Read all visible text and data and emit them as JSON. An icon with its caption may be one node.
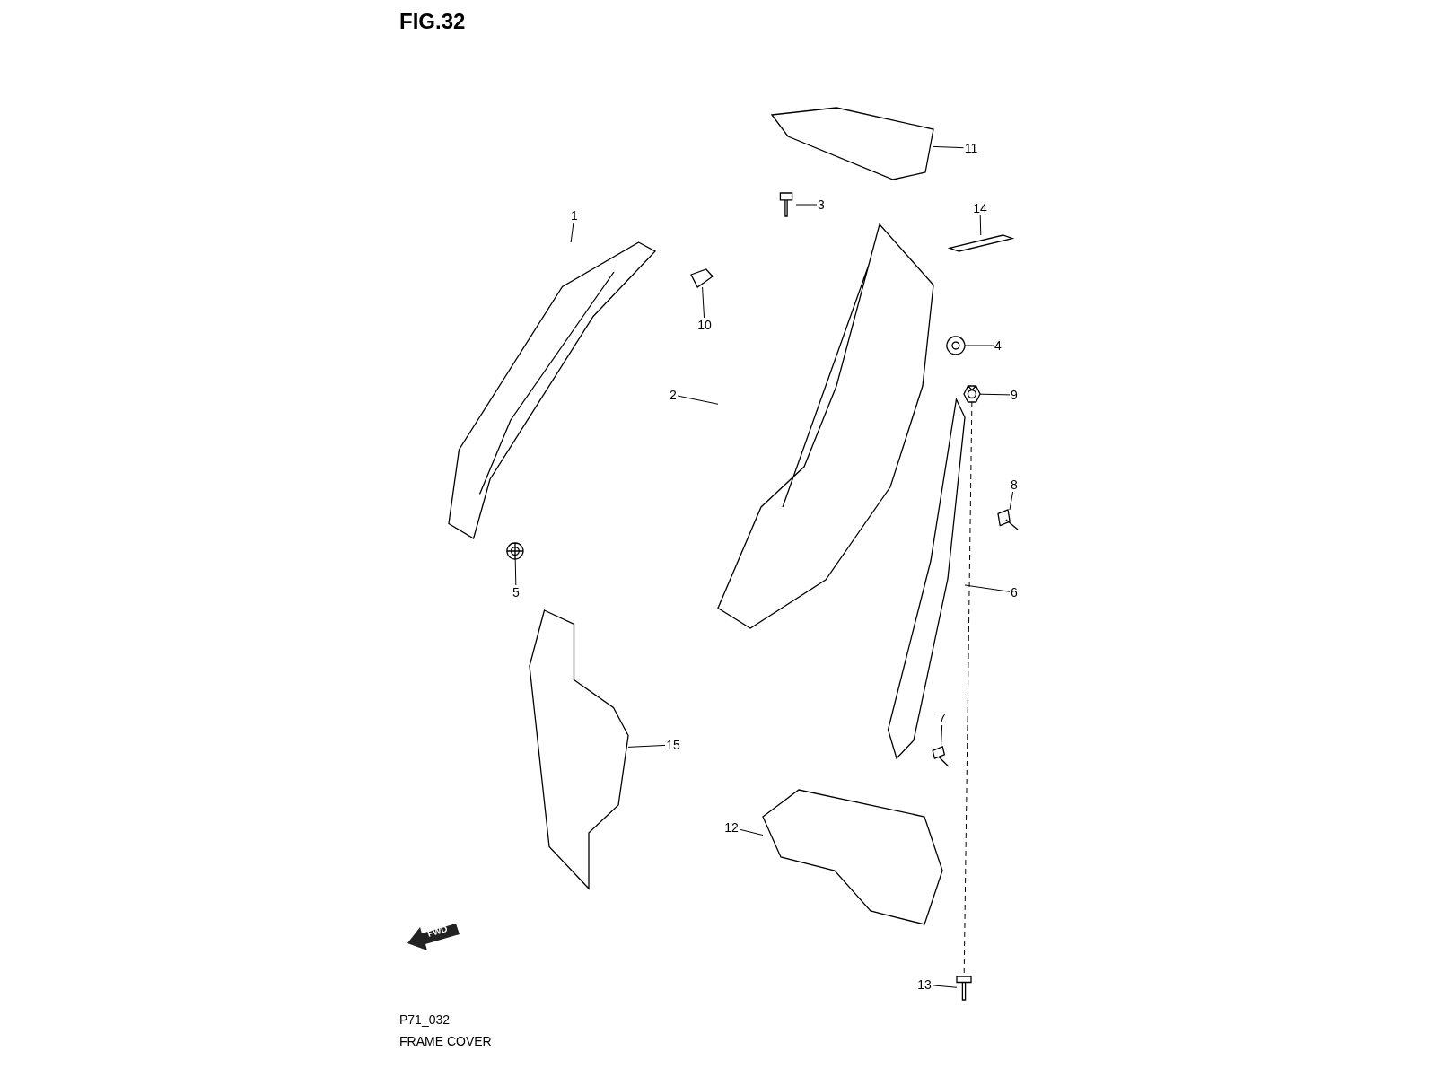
{
  "diagram": {
    "title": "FIG.32",
    "nodes": [
      {
        "text": [
          "1"
        ]
      },
      {
        "text": [
          "2"
        ]
      },
      {
        "text": [
          "3"
        ]
      },
      {
        "text": [
          "4"
        ]
      },
      {
        "text": [
          "5"
        ]
      },
      {
        "text": [
          "6"
        ]
      },
      {
        "text": [
          "7"
        ]
      },
      {
        "text": [
          "8"
        ]
      },
      {
        "text": [
          "9"
        ]
      },
      {
        "text": [
          "10"
        ]
      },
      {
        "text": [
          "11"
        ]
      },
      {
        "text": [
          "12"
        ]
      },
      {
        "text": [
          "13"
        ]
      },
      {
        "text": [
          "14"
        ]
      },
      {
        "text": [
          "15"
        ]
      },
      {
        "text": [],
        "shape": "picture"
      },
      {
        "text": [],
        "shape": "picture"
      },
      {
        "text": [],
        "shape": "picture"
      },
      {
        "text": [],
        "shape": "picture"
      },
      {
        "text": [],
        "shape": "picture"
      },
      {
        "text": [],
        "shape": "picture"
      },
      {
        "text": [],
        "shape": "picture"
      },
      {
        "text": [],
        "shape": "picture"
      },
      {
        "text": [],
        "shape": "picture"
      },
      {
        "text": [],
        "shape": "picture"
      },
      {
        "text": [],
        "shape": "picture"
      },
      {
        "text": [],
        "shape": "picture"
      },
      {
        "text": [],
        "shape": "picture"
      },
      {
        "text": [],
        "shape": "picture"
      },
      {
        "text": [],
        "shape": "picture"
      }
    ],
    "edges": [
      {
        "from": 0,
        "to": 15,
        "arrow": "none"
      },
      {
        "from": 1,
        "to": 16,
        "arrow": "none"
      },
      {
        "from": 2,
        "to": 17,
        "arrow": "none"
      },
      {
        "from": 3,
        "to": 18,
        "arrow": "none"
      },
      {
        "from": 4,
        "to": 19,
        "arrow": "none"
      },
      {
        "from": 5,
        "to": 20,
        "arrow": "none"
      },
      {
        "from": 6,
        "to": 21,
        "arrow": "none"
      },
      {
        "from": 7,
        "to": 22,
        "arrow": "none"
      },
      {
        "from": 8,
        "to": 23,
        "arrow": "none"
      },
      {
        "from": 9,
        "to": 24,
        "arrow": "none"
      },
      {
        "from": 10,
        "to": 25,
        "arrow": "none"
      },
      {
        "from": 11,
        "to": 26,
        "arrow": "none"
      },
      {
        "from": 12,
        "to": 27,
        "arrow": "none"
      },
      {
        "from": 13,
        "to": 28,
        "arrow": "none"
      },
      {
        "from": 14,
        "to": 29,
        "arrow": "none"
      },
      {
        "from": 23,
        "to": 27,
        "arrow": "none",
        "style": "dashed"
      }
    ],
    "labels": [
      "FWD",
      "P71_032",
      "FRAME COVER"
    ]
  }
}
